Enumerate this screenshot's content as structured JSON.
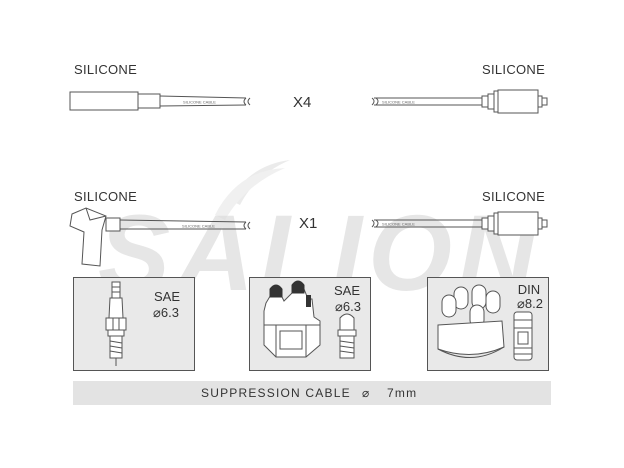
{
  "watermark": {
    "text": "SALION"
  },
  "rows": [
    {
      "left_label": "SILICONE",
      "right_label": "SILICONE",
      "quantity": "X4",
      "left_cable_print": "SILICONE CABLE",
      "right_cable_print": "SILICONE CABLE"
    },
    {
      "left_label": "SILICONE",
      "right_label": "SILICONE",
      "quantity": "X1",
      "left_cable_print": "SILICONE CABLE",
      "right_cable_print": "SILICONE CABLE"
    }
  ],
  "connectors": [
    {
      "standard": "SAE",
      "size": "⌀6.3",
      "icon": "spark-plug-icon"
    },
    {
      "standard": "SAE",
      "size": "⌀6.3",
      "icon": "distributor-cap-icon"
    },
    {
      "standard": "DIN",
      "size": "⌀8.2",
      "icon": "distributor-cap-icon"
    }
  ],
  "footer": {
    "label": "SUPPRESSION CABLE",
    "diameter_symbol": "⌀",
    "diameter_value": "7mm"
  },
  "colors": {
    "line": "#555555",
    "box_fill": "#e9e9e9",
    "bar_fill": "#e3e3e3",
    "watermark": "#dcdcdc"
  }
}
